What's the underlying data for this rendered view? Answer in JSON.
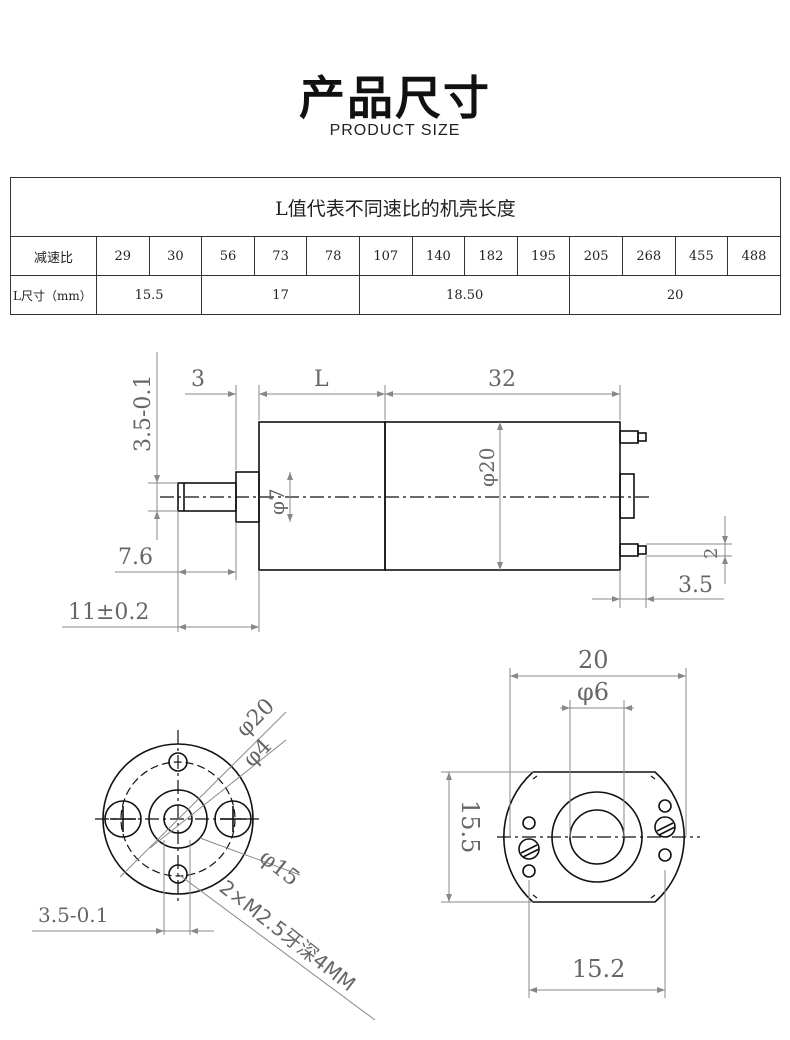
{
  "title": "产品尺寸",
  "subtitle": "PRODUCT SIZE",
  "table": {
    "header": "L值代表不同速比的机壳长度",
    "row1_label": "减速比",
    "ratios": [
      "29",
      "30",
      "56",
      "73",
      "78",
      "107",
      "140",
      "182",
      "195",
      "205",
      "268",
      "455",
      "488"
    ],
    "row2_label": "L尺寸（mm）",
    "lengths": [
      {
        "value": "15.5",
        "span": 2
      },
      {
        "value": "17",
        "span": 3
      },
      {
        "value": "18.50",
        "span": 4
      },
      {
        "value": "20",
        "span": 4
      }
    ]
  },
  "side_view": {
    "dim_3": "3",
    "dim_L": "L",
    "dim_32": "32",
    "dim_3_5_minus": "3.5-0.1",
    "dim_phi7": "φ7",
    "dim_phi20": "φ20",
    "dim_7_6": "7.6",
    "dim_11": "11±0.2",
    "dim_2": "2",
    "dim_3_5": "3.5"
  },
  "front_view": {
    "dim_phi20": "φ20",
    "dim_phi4": "φ4",
    "dim_phi15": "φ15",
    "dim_3_5_minus": "3.5-0.1",
    "thread_note": "2×M2.5牙深4MM"
  },
  "rear_view": {
    "dim_20": "20",
    "dim_phi6": "φ6",
    "dim_15_5": "15.5",
    "dim_15_2": "15.2"
  }
}
